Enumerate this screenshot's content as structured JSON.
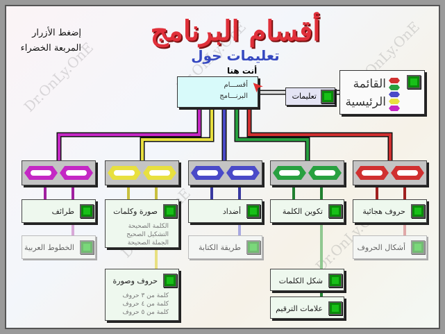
{
  "title": {
    "main": "أقسام البرنامج",
    "sub": "تعليمات حول"
  },
  "hint": {
    "line1": "إضغط الأزرار",
    "line2": "المربعة الخضراء"
  },
  "you_are_here": "أنت هنا",
  "current": {
    "line1": "أقســـام",
    "line2": "البرنـــامج"
  },
  "instructions_button": "تعليمات",
  "main_menu": {
    "label": "القائمة الرئيسية"
  },
  "watermark": "Dr.OnLy.OnE",
  "colors": {
    "purple": "#c428c4",
    "yellow": "#e8e040",
    "blue": "#4a4ac8",
    "green": "#28a040",
    "red": "#d03030"
  },
  "groups": [
    {
      "color": "purple",
      "items": [
        {
          "label": "طرائف"
        },
        {
          "label": "الخطوط العربية"
        }
      ]
    },
    {
      "color": "yellow",
      "items": [
        {
          "label": "صورة وكلمات",
          "subs": [
            "الكلمة الصحيحة",
            "التشكيل الصحيح",
            "الجملة الصحيحة"
          ]
        },
        {
          "label": "حروف وصورة",
          "subs": [
            "كلمة من ٣ حروف",
            "كلمة من ٤ حروف",
            "كلمة من ٥ حروف"
          ]
        }
      ]
    },
    {
      "color": "blue",
      "items": [
        {
          "label": "أضداد"
        },
        {
          "label": "طريقة الكتابة"
        }
      ]
    },
    {
      "color": "green",
      "items": [
        {
          "label": "تكوين الكلمة"
        },
        {
          "label": "شكل الكلمات"
        },
        {
          "label": "علامات الترقيم"
        }
      ]
    },
    {
      "color": "red",
      "items": [
        {
          "label": "حروف هجائية"
        },
        {
          "label": "أشكال الحروف"
        }
      ]
    }
  ]
}
